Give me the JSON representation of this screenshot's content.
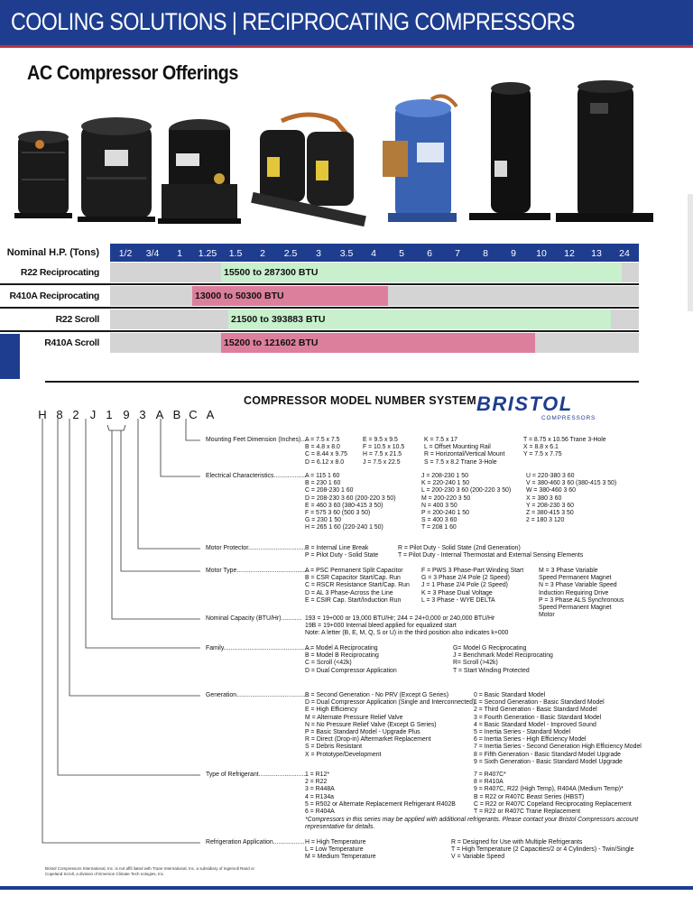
{
  "header": {
    "title": "COOLING SOLUTIONS | RECIPROCATING COMPRESSORS"
  },
  "subtitle": "AC Compressor Offerings",
  "table": {
    "hp_label": "Nominal H.P. (Tons)",
    "hp_values": [
      "1/2",
      "3/4",
      "1",
      "1.25",
      "1.5",
      "2",
      "2.5",
      "3",
      "3.5",
      "4",
      "5",
      "6",
      "7",
      "8",
      "9",
      "10",
      "12",
      "13",
      "24"
    ],
    "rows": [
      {
        "label": "R22 Reciprocating",
        "bar_text": "15500 to 287300 BTU",
        "color": "#c8f0cd"
      },
      {
        "label": "R410A Reciprocating",
        "bar_text": "13000 to 50300 BTU",
        "color": "#db7f9c"
      },
      {
        "label": "R22 Scroll",
        "bar_text": "21500 to 393883 BTU",
        "color": "#c8f0cd"
      },
      {
        "label": "R410A Scroll",
        "bar_text": "15200 to 121602 BTU",
        "color": "#db7f9c"
      }
    ]
  },
  "model": {
    "title": "COMPRESSOR MODEL NUMBER SYSTEM",
    "brand": "BRISTOL",
    "brand_sub": "COMPRESSORS",
    "code": [
      "H",
      "8",
      "2",
      "J",
      "1",
      "9",
      "3",
      "A",
      "B",
      "C",
      "A"
    ]
  },
  "sections": [
    {
      "label": "Mounting Feet Dimension (Inches)....",
      "cols": [
        [
          "A = 7.5 x 7.5",
          "B = 4.8 x 8.0",
          "C = 8.44 x 9.75",
          "D = 6.12 x 8.0"
        ],
        [
          "E = 9.5 x 9.5",
          "F = 10.5 x 10.5",
          "H = 7.5 x 21.5",
          "J = 7.5 x 22.5"
        ],
        [
          "K = 7.5 x 17",
          "L = Offset Mounting Rail",
          "R = Horizontal/Vertical Mount",
          "S = 7.5 x 8.2 Trane 3-Hole"
        ],
        [
          "T = 8.75 x 10.56 Trane 3-Hole",
          "X = 8.8 x 6.1",
          "Y = 7.5 x 7.75"
        ]
      ]
    },
    {
      "label": "Electrical Characteristics...................",
      "cols": [
        [
          "A = 115 1 60",
          "B = 230 1 60",
          "C = 208-230 1 60",
          "D = 208-230 3 60 (200-220 3 50)",
          "E = 460 3 60 (380-415 3 50)",
          "F = 575 3 60 (500 3 50)",
          "G = 230 1 50",
          "H = 265 1 60 (220-240 1 50)"
        ],
        [
          "J = 208-230 1 50",
          "K = 220-240 1 50",
          "L = 200-230 3 60 (200-220 3 50)",
          "M = 200-220 3 50",
          "N = 400 3 50",
          "P = 200-240 1 50",
          "S = 400 3 60",
          "T = 208 1 60"
        ],
        [
          "U = 220-380 3 60",
          "V = 380-460 3 60 (380-415 3 50)",
          "W = 380-460 3 60",
          "X = 380 3 60",
          "Y = 208-230 3 60",
          "Z = 380-415 3 50",
          "2 = 180 3 120"
        ]
      ]
    },
    {
      "label": "Motor Protector.................................",
      "cols": [
        [
          "B = Internal Line Break",
          "P = Pilot Duty - Solid State"
        ],
        [
          "R = Pilot Duty - Solid State (2nd Generation)",
          "T = Pilot Duty - Internal Thermostat and External Sensing Elements"
        ]
      ]
    },
    {
      "label": "Motor Type..........................................",
      "cols": [
        [
          "A = PSC Permanent Split Capacitor",
          "B = CSR Capacitor Start/Cap. Run",
          "C = RSCR Resistance Start/Cap. Run",
          "D = AL 3 Phase-Across the Line",
          "E = CSIR Cap. Start/Induction Run"
        ],
        [
          "F = PWS 3 Phase-Part Winding Start",
          "G = 3 Phase 2/4 Pole (2 Speed)",
          "J = 1 Phase 2/4 Pole (2 Speed)",
          "K = 3 Phase Dual Voltage",
          "L = 3 Phase - WYE DELTA"
        ],
        [
          "M = 3 Phase Variable",
          "      Speed Permanent Magnet",
          "N = 3 Phase Variable Speed",
          "      Induction Requiring Drive",
          "P = 3 Phase ALS Synchronous",
          "      Speed Permanent Magnet",
          "      Motor"
        ]
      ]
    },
    {
      "label": "Nominal Capacity (BTU/Hr)............",
      "cols": [
        [
          "193 = 19+000 or 19,000 BTU/Hr; 244 = 24+0,000 or 240,000 BTU/Hr",
          "19B = 19+000 Internal bleed applied for equalized start",
          "Note: A letter (B, E, M, Q, S or U) in the third position also indicates k+000"
        ]
      ]
    },
    {
      "label": "Family...................................................",
      "cols": [
        [
          "A = Model A Reciprocating",
          "B = Model B Reciprocating",
          "C = Scroll (<42k)",
          "D = Dual Compressor Application"
        ],
        [
          "G= Model G Reciprocating",
          "J = Benchmark Model Reciprocating",
          "R= Scroll (>42k)",
          "T = Start Winding Protected"
        ]
      ]
    },
    {
      "label": "Generation..........................................",
      "cols": [
        [
          "B = Second Generation - No PRV (Except G Series)",
          "D = Dual Compressor Application (Single and Interconnected)",
          "E = High Efficiency",
          "M = Alternate Pressure Relief Valve",
          "N = No Pressure Relief Valve (Except G Series)",
          "P = Basic Standard Model - Upgrade Plus",
          "R = Direct (Drop-in) Aftermarket Replacement",
          "S = Debris Resistant",
          "X = Prototype/Development"
        ],
        [
          "0 = Basic Standard Model",
          "1 = Second Generation - Basic Standard Model",
          "2 = Third Generation - Basic Standard Model",
          "3 = Fourth Generation - Basic Standard Model",
          "4 = Basic Standard Model - Improved Sound",
          "5 = Inertia Series - Standard Model",
          "6 = Inertia Series - High Efficiency Model",
          "7 = Inertia Series - Second Generation High Efficiency Model",
          "8 = Fifth Generation - Basic Standard Model Upgrade",
          "9 = Sixth Generation - Basic Standard Model Upgrade"
        ]
      ]
    },
    {
      "label": "Type of Refrigerant............................",
      "cols": [
        [
          "1 = R12*",
          "2 = R22",
          "3 = R448A",
          "4 = R134a",
          "5 = R502 or Alternate Replacement Refrigerant R402B",
          "6 = R404A"
        ],
        [
          "7 = R407C*",
          "8 = R410A",
          "9 = R407C, R22 (High Temp), R404A (Medium Temp)*",
          "B = R22 or R407C Beast Series (HBST)",
          "C = R22 or R407C Copeland Reciprocating Replacement",
          "T = R22 or R407C Trane Replacement"
        ]
      ],
      "note": "*Compressors in this series may be applied with additional refrigerants. Please contact your Bristol Compressors account representative for details."
    },
    {
      "label": "Refrigeration Application..................",
      "cols": [
        [
          "H = High Temperature",
          "L = Low Temperature",
          "M = Medium Temperature"
        ],
        [
          "R = Designed for Use with Multiple Refrigerants",
          "T = High Temperature (2 Capacities/2 or 4 Cylinders) - Twin/Single",
          "V = Variable Speed"
        ]
      ]
    }
  ],
  "footer": [
    "Bristol Compressors International, Inc. is not affil    liated with Trane International, Inc. a subsidiary    of Ingersoll Rand or",
    "Copeland Scroll, a division of Emerson Climate Tech    nologies, Inc."
  ]
}
